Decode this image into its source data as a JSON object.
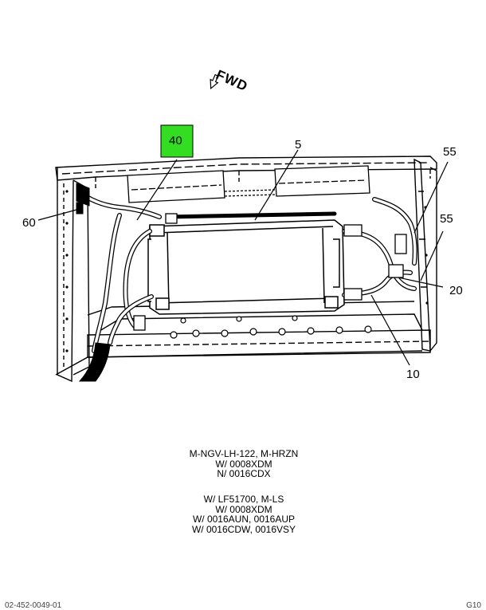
{
  "diagram": {
    "direction_label": "FWD",
    "highlight_color": "#33dd22",
    "callouts": [
      {
        "id": "c40",
        "text": "40",
        "highlighted": true
      },
      {
        "id": "c5",
        "text": "5"
      },
      {
        "id": "c55a",
        "text": "55"
      },
      {
        "id": "c60",
        "text": "60"
      },
      {
        "id": "c55b",
        "text": "55"
      },
      {
        "id": "c20",
        "text": "20"
      },
      {
        "id": "c10",
        "text": "10"
      }
    ]
  },
  "notes": {
    "group1": [
      "M-NGV-LH-122, M-HRZN",
      "W/ 0008XDM",
      "N/ 0016CDX"
    ],
    "group2": [
      "W/ LF51700, M-LS",
      "W/ 0008XDM",
      "W/ 0016AUN, 0016AUP",
      "W/ 0016CDW, 0016VSY"
    ]
  },
  "footer": {
    "left": "02-452-0049-01",
    "right": "G10"
  }
}
